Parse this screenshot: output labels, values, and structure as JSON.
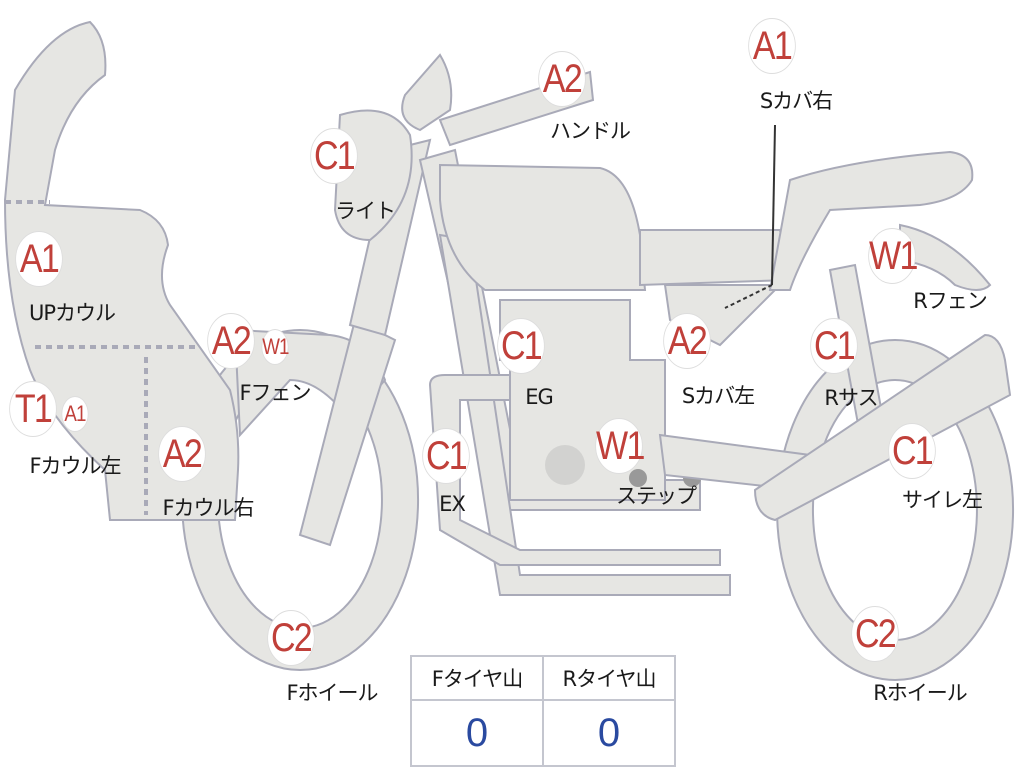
{
  "parts": [
    {
      "id": "up-cowl",
      "codes": [
        "A1"
      ],
      "label": "UPカウル"
    },
    {
      "id": "f-cowl-left",
      "codes": [
        "T1",
        "A1"
      ],
      "label": "Fカウル左"
    },
    {
      "id": "f-cowl-right",
      "codes": [
        "A2"
      ],
      "label": "Fカウル右"
    },
    {
      "id": "f-fender",
      "codes": [
        "A2",
        "W1"
      ],
      "label": "Fフェン"
    },
    {
      "id": "light",
      "codes": [
        "C1"
      ],
      "label": "ライト"
    },
    {
      "id": "handle",
      "codes": [
        "A2"
      ],
      "label": "ハンドル"
    },
    {
      "id": "s-cover-right",
      "codes": [
        "A1"
      ],
      "label": "Sカバ右"
    },
    {
      "id": "engine",
      "codes": [
        "C1"
      ],
      "label": "EG"
    },
    {
      "id": "s-cover-left",
      "codes": [
        "A2"
      ],
      "label": "Sカバ左"
    },
    {
      "id": "r-fender",
      "codes": [
        "W1"
      ],
      "label": "Rフェン"
    },
    {
      "id": "r-suspension",
      "codes": [
        "C1"
      ],
      "label": "Rサス"
    },
    {
      "id": "exhaust",
      "codes": [
        "C1"
      ],
      "label": "EX"
    },
    {
      "id": "step",
      "codes": [
        "W1"
      ],
      "label": "ステップ"
    },
    {
      "id": "silencer-left",
      "codes": [
        "C1"
      ],
      "label": "サイレ左"
    },
    {
      "id": "f-wheel",
      "codes": [
        "C2"
      ],
      "label": "Fホイール"
    },
    {
      "id": "r-wheel",
      "codes": [
        "C2"
      ],
      "label": "Rホイール"
    }
  ],
  "tire_table": {
    "headers": [
      "Fタイヤ山",
      "Rタイヤ山"
    ],
    "values": [
      "0",
      "0"
    ]
  },
  "colors": {
    "code": "#c0403a",
    "value": "#2a4aa0",
    "body_fill": "#e6e6e3",
    "body_stroke": "#a9aab8"
  }
}
